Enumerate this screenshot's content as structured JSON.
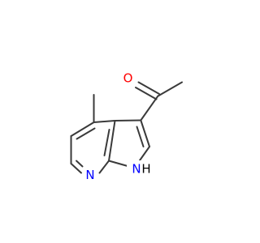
{
  "molecule": {
    "atoms": [
      {
        "id": "O1",
        "element": "O",
        "label": "O",
        "color": "#ff0000"
      },
      {
        "id": "N7",
        "element": "N",
        "label": "N",
        "color": "#0000ff"
      },
      {
        "id": "N1",
        "element": "N",
        "label": "N",
        "color": "#0000ff"
      },
      {
        "id": "H1",
        "element": "H",
        "label": "H",
        "color": "#000000"
      }
    ],
    "bond_color": "#3a3a3a"
  }
}
